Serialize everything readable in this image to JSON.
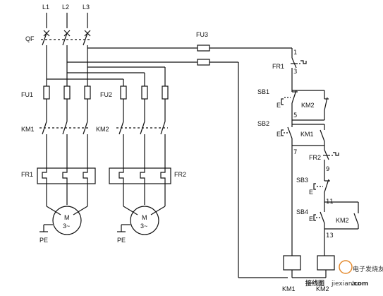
{
  "labels": {
    "L1": "L1",
    "L2": "L2",
    "L3": "L3",
    "QF": "QF",
    "FU1": "FU1",
    "FU2": "FU2",
    "FU3": "FU3",
    "KM1": "KM1",
    "KM2": "KM2",
    "FR1": "FR1",
    "FR2": "FR2",
    "M": "M",
    "M_phase": "3~",
    "PE": "PE",
    "SB1": "SB1",
    "SB2": "SB2",
    "SB3": "SB3",
    "SB4": "SB4",
    "E": "E"
  },
  "nodes": [
    "1",
    "3",
    "5",
    "7",
    "9",
    "11",
    "13"
  ],
  "watermark": {
    "text": "电子发烧友",
    "subtext": "接线图",
    "url": "jiexiantu",
    "dotcom": ".com"
  },
  "colors": {
    "wire": "#111111",
    "background": "#ffffff",
    "watermark_orange": "#e07a12",
    "watermark_green": "#3b9a3b"
  }
}
